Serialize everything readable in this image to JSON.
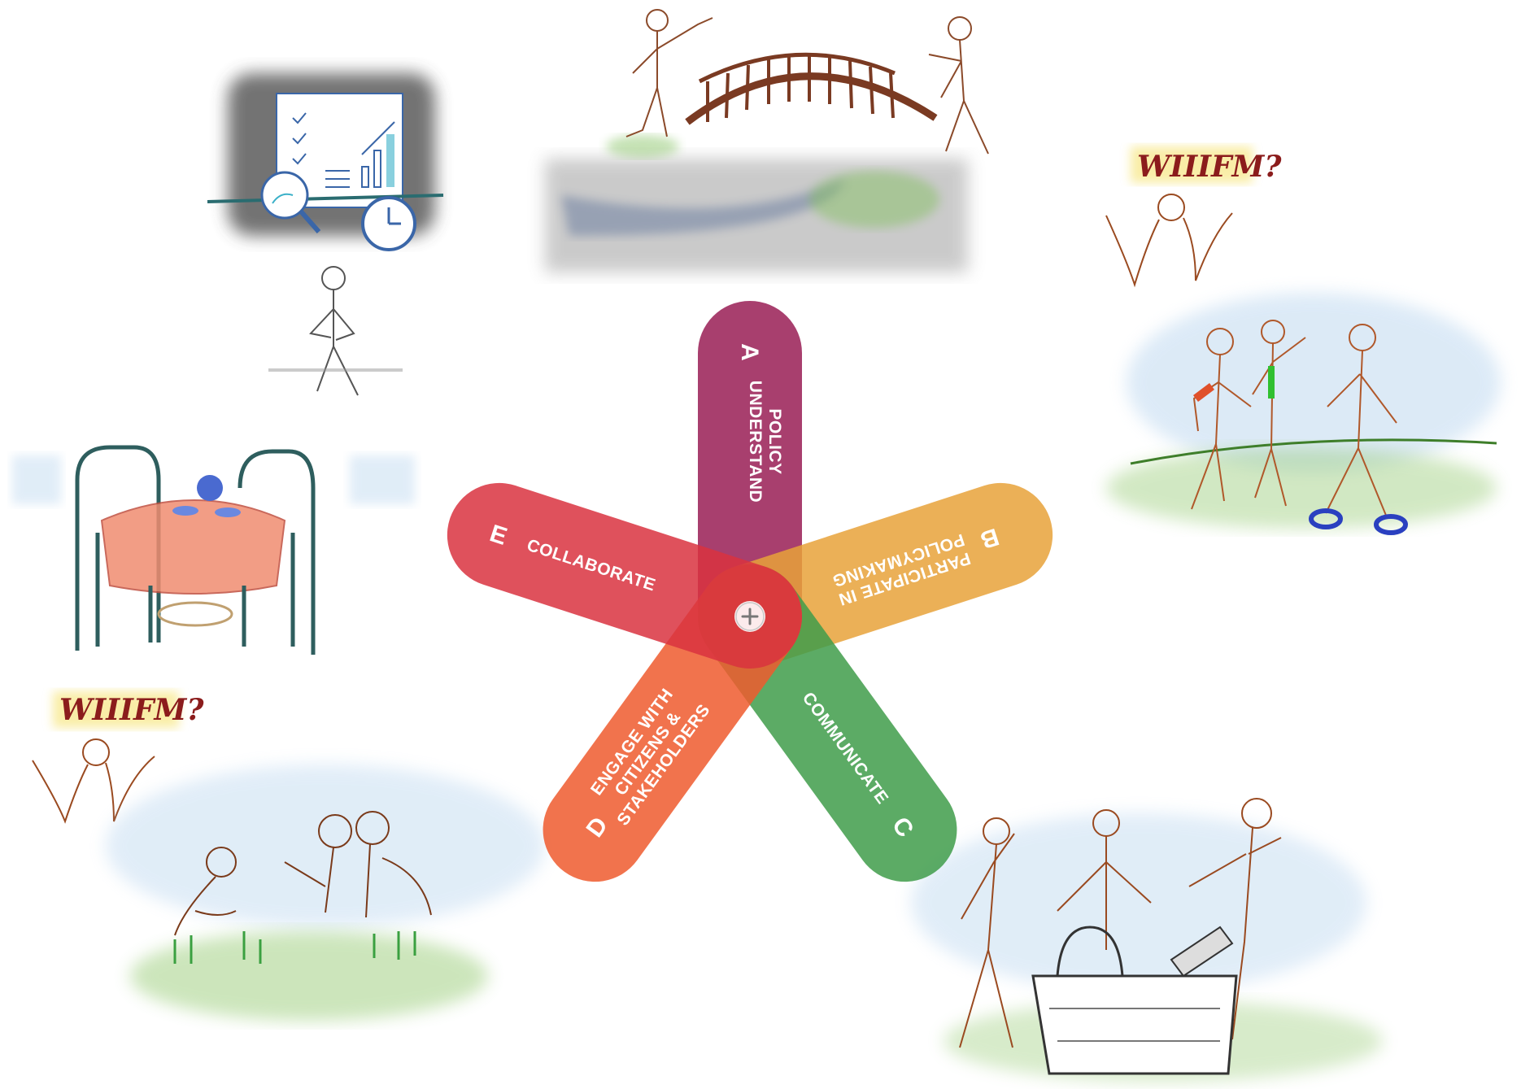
{
  "center": {
    "icon": "plus-icon"
  },
  "petals": [
    {
      "id": "A",
      "letter": "A",
      "lines": [
        "UNDERSTAND",
        "POLICY"
      ],
      "color": "#9e2a5e"
    },
    {
      "id": "B",
      "letter": "B",
      "lines": [
        "PARTICIPATE IN",
        "POLICYMAKING"
      ],
      "color": "#e8a23a"
    },
    {
      "id": "C",
      "letter": "C",
      "lines": [
        "COMMUNICATE"
      ],
      "color": "#3f9c4a"
    },
    {
      "id": "D",
      "letter": "D",
      "lines": [
        "ENGAGE WITH",
        "CITIZENS &",
        "STAKEHOLDERS"
      ],
      "color": "#ee5a2e"
    },
    {
      "id": "E",
      "letter": "E",
      "lines": [
        "COLLABORATE"
      ],
      "color": "#d93240"
    }
  ],
  "annotations": {
    "wiifm_top": "WIIIFM?",
    "wiifm_bottom": "WIIIFM?"
  },
  "illustrations": [
    "presentation-board-sketch",
    "bridge-sketch",
    "group-walking-sketch",
    "tea-table-sketch",
    "gardening-group-sketch",
    "toolbox-group-sketch"
  ]
}
